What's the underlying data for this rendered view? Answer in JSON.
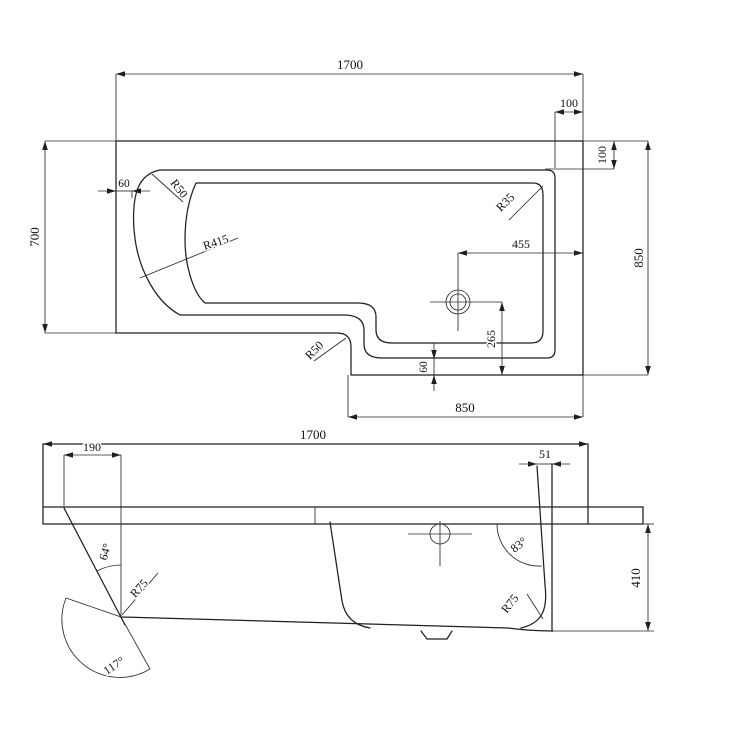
{
  "drawing": {
    "type": "technical-drawing",
    "subject": "L-shaped shower bath — plan and side elevation",
    "line_color": "#1f1f1f",
    "background": "#ffffff"
  },
  "plan": {
    "length_overall": "1700",
    "rim_width_top": "100",
    "rim_width_right_end": "100",
    "width_bath_end": "700",
    "width_shower_end": "850",
    "shower_section_length": "850",
    "rim_offset_left": "60",
    "drain_offset_right": "455",
    "drain_offset_bottom": "265",
    "rim_width_step": "60",
    "radius_rim_corner": "R50",
    "radius_bath_curve": "R415",
    "radius_basin_corner": "R35",
    "radius_step_corner": "R50"
  },
  "elevation": {
    "length_overall": "1700",
    "left_overhang": "190",
    "right_wall_top": "51",
    "angle_left_wall": "64°",
    "radius_bottom_left": "R75",
    "angle_left_exterior": "117°",
    "angle_right_wall": "83°",
    "radius_bottom_right": "R75",
    "height": "410"
  }
}
